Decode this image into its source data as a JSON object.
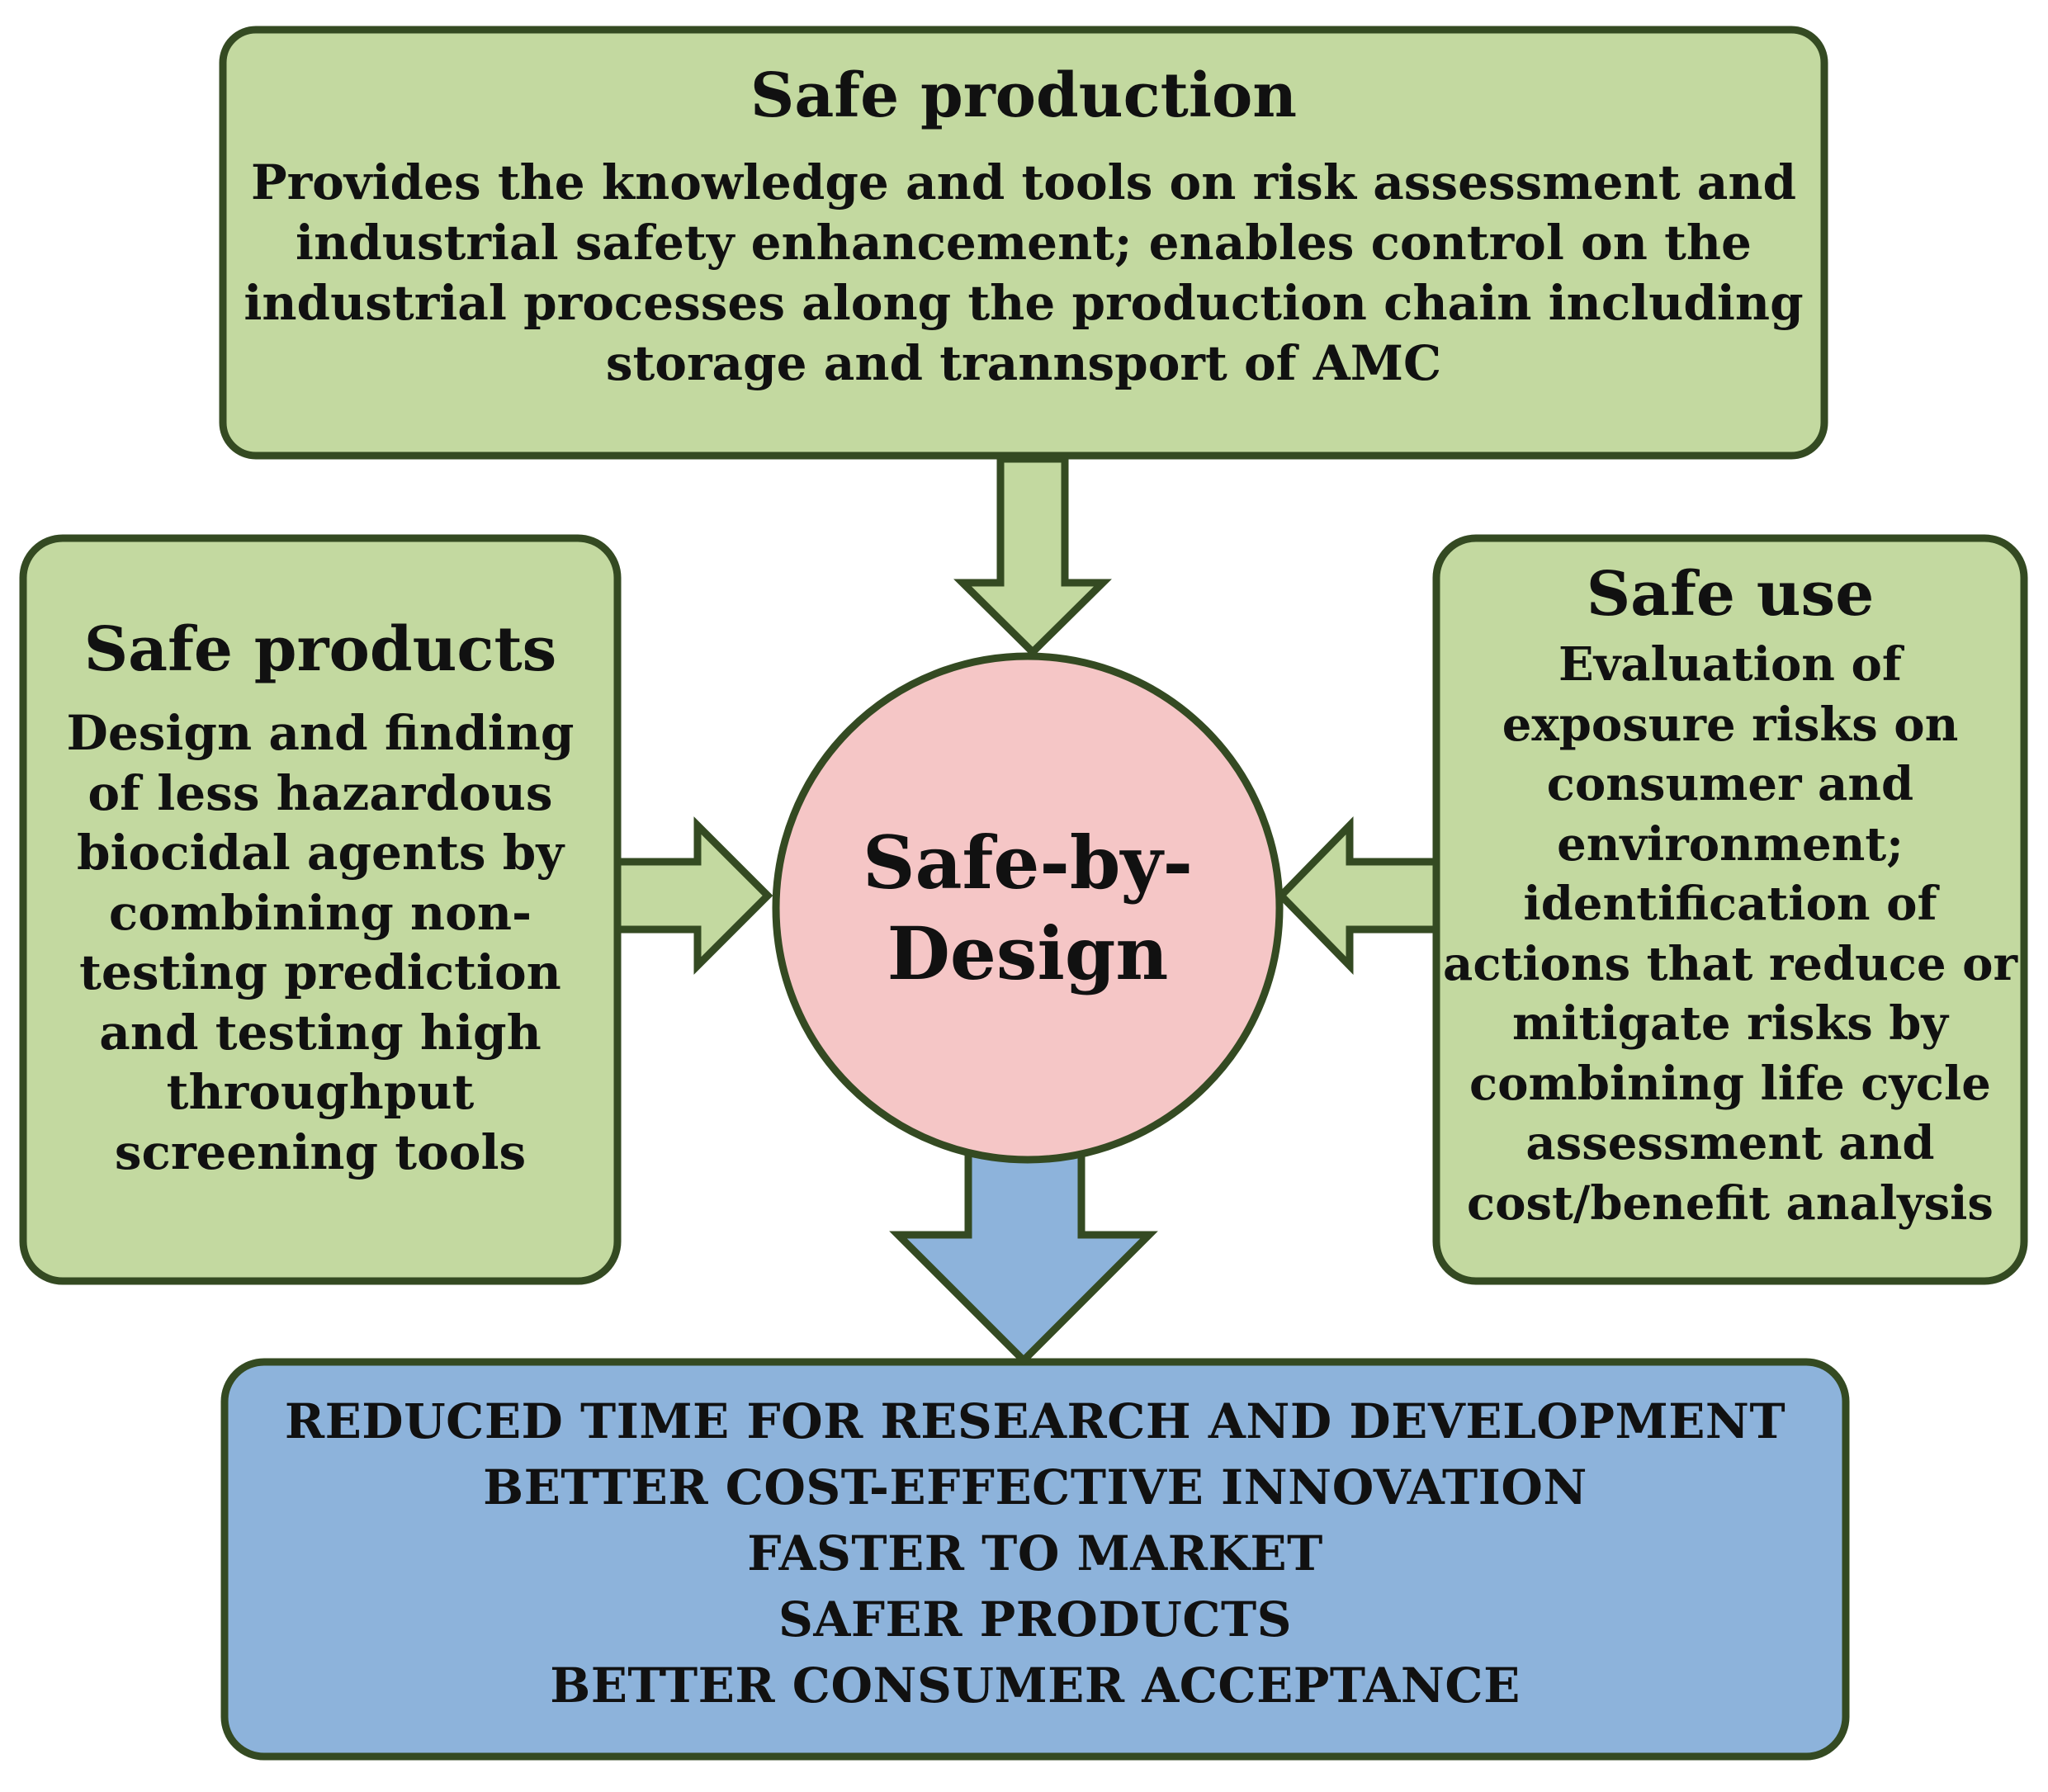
{
  "diagram": {
    "center": {
      "line1": "Safe-by-",
      "line2": "Design"
    },
    "top_box": {
      "title": "Safe production",
      "lines": [
        "Provides the knowledge and tools on risk assessment and",
        "industrial safety enhancement; enables control on the",
        "industrial processes along the production chain including",
        "storage and trannsport of AMC"
      ]
    },
    "left_box": {
      "title": "Safe products",
      "lines": [
        "Design and finding",
        "of less hazardous",
        "biocidal agents by",
        "combining non-",
        "testing prediction",
        "and testing high",
        "throughput",
        "screening tools"
      ]
    },
    "right_box": {
      "title": "Safe use",
      "lines": [
        "Evaluation of",
        "exposure risks on",
        "consumer and",
        "environment;",
        "identification of",
        "actions that reduce or",
        "mitigate risks by",
        "combining life cycle",
        "assessment and",
        "cost/benefit analysis"
      ]
    },
    "bottom_box": {
      "lines": [
        "REDUCED TIME FOR RESEARCH AND DEVELOPMENT",
        "BETTER COST-EFFECTIVE INNOVATION",
        "FASTER TO MARKET",
        "SAFER PRODUCTS",
        "BETTER CONSUMER ACCEPTANCE"
      ]
    },
    "colors": {
      "green_fill": "#C3D9A0",
      "green_border": "#344A22",
      "center_fill": "#F5C6C6",
      "blue_fill": "#8DB3DB"
    }
  }
}
